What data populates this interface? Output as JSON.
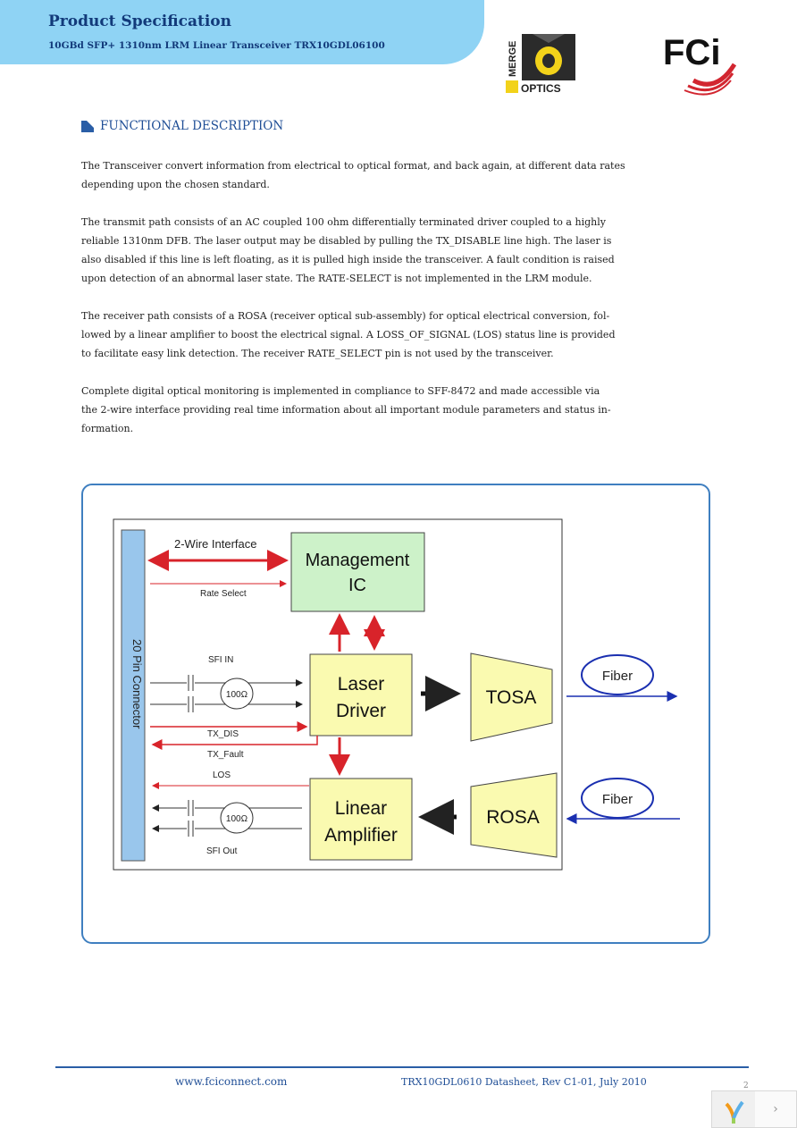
{
  "header": {
    "title": "Product Specification",
    "subtitle": "10GBd SFP+ 1310nm LRM Linear Transceiver TRX10GDL06100"
  },
  "logos": {
    "merge_word": "MERGE",
    "optics_word": "OPTICS",
    "fci_word": "FCi"
  },
  "section": {
    "title": "FUNCTIONAL DESCRIPTION"
  },
  "paragraphs": [
    [
      "The Transceiver convert information from electrical to optical format, and back again, at different data rates",
      "depending upon the chosen standard."
    ],
    [
      "The transmit path consists of an AC coupled 100 ohm differentially terminated driver coupled to a highly",
      "reliable 1310nm DFB. The laser output may be disabled by pulling the TX_DISABLE line high. The laser is",
      "also disabled if this line is left floating, as it is pulled high inside the transceiver. A fault condition is raised",
      "upon detection of an abnormal laser state. The RATE-SELECT is not implemented in the LRM module."
    ],
    [
      "The receiver path consists of a ROSA (receiver optical sub-assembly) for optical electrical conversion, fol-",
      "lowed by a linear amplifier to boost the electrical signal. A LOSS_OF_SIGNAL (LOS) status line is provided",
      "to facilitate easy link detection. The receiver RATE_SELECT pin is not used by the transceiver."
    ],
    [
      "Complete digital optical monitoring is implemented in compliance to SFF-8472 and made accessible via",
      "the 2-wire interface providing real time information about all important module parameters and status in-",
      "formation."
    ]
  ],
  "diagram": {
    "connector": "20 Pin Connector",
    "two_wire": "2-Wire Interface",
    "rate_select": "Rate Select",
    "mgmt_line1": "Management",
    "mgmt_line2": "IC",
    "sfi_in": "SFI IN",
    "sfi_out": "SFI Out",
    "ohm_in": "100Ω",
    "ohm_out": "100Ω",
    "tx_dis": "TX_DIS",
    "tx_fault": "TX_Fault",
    "los": "LOS",
    "laser_line1": "Laser",
    "laser_line2": "Driver",
    "amp_line1": "Linear",
    "amp_line2": "Amplifier",
    "tosa": "TOSA",
    "rosa": "ROSA",
    "fiber_top": "Fiber",
    "fiber_bottom": "Fiber",
    "colors": {
      "connector": "#99c6ec",
      "management": "#cdf2c9",
      "block": "#fafab0",
      "signal_red": "#d8232a",
      "fiber_blue": "#1a2fb0"
    }
  },
  "footer": {
    "url": "www.fciconnect.com",
    "reference": "TRX10GDL0610 Datasheet, Rev C1-01, July 2010",
    "page": "2",
    "nav_next": "›"
  }
}
